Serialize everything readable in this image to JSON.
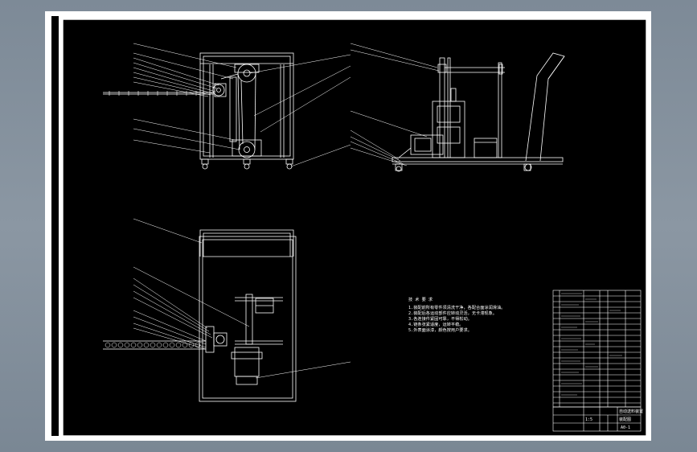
{
  "drawing": {
    "background": "#000000",
    "line_color": "#ffffff",
    "sheet_color": "#ffffff",
    "backdrop_color": "#818e9b"
  },
  "notes": {
    "heading": "技 术 要 求",
    "lines": [
      "1.装配前所有零件须清洗干净，各配合面涂润滑油。",
      "2.装配后各运动部件应转动灵活，无卡滞现象。",
      "3.各连接件紧固可靠，不得松动。",
      "4.链条张紧适度，运转平稳。",
      "5.外表面涂漆，颜色按用户要求。"
    ]
  },
  "title_block": {
    "name": "自动送料装置",
    "sheet": "装配图",
    "drawing_no": "A0-1",
    "scale": "1:5"
  }
}
